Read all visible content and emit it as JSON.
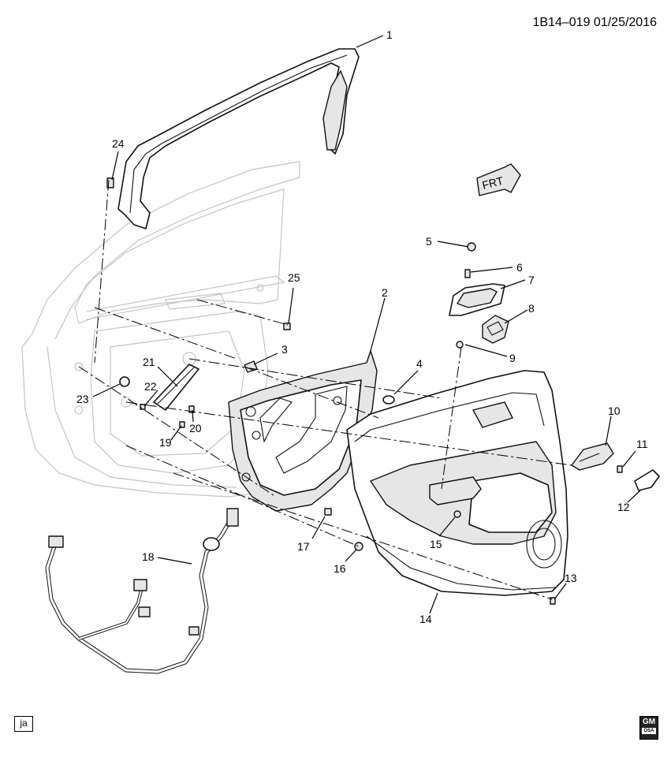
{
  "header": {
    "doc_id": "1B14–019  01/25/2016"
  },
  "front_arrow": {
    "label": "FRT"
  },
  "callouts": [
    "1",
    "2",
    "3",
    "4",
    "5",
    "6",
    "7",
    "8",
    "9",
    "10",
    "11",
    "12",
    "13",
    "14",
    "15",
    "16",
    "17",
    "18",
    "19",
    "20",
    "21",
    "22",
    "23",
    "24",
    "25"
  ],
  "footer": {
    "ja_label": "ja",
    "logo_text": "GM",
    "logo_sub": "OSA"
  }
}
